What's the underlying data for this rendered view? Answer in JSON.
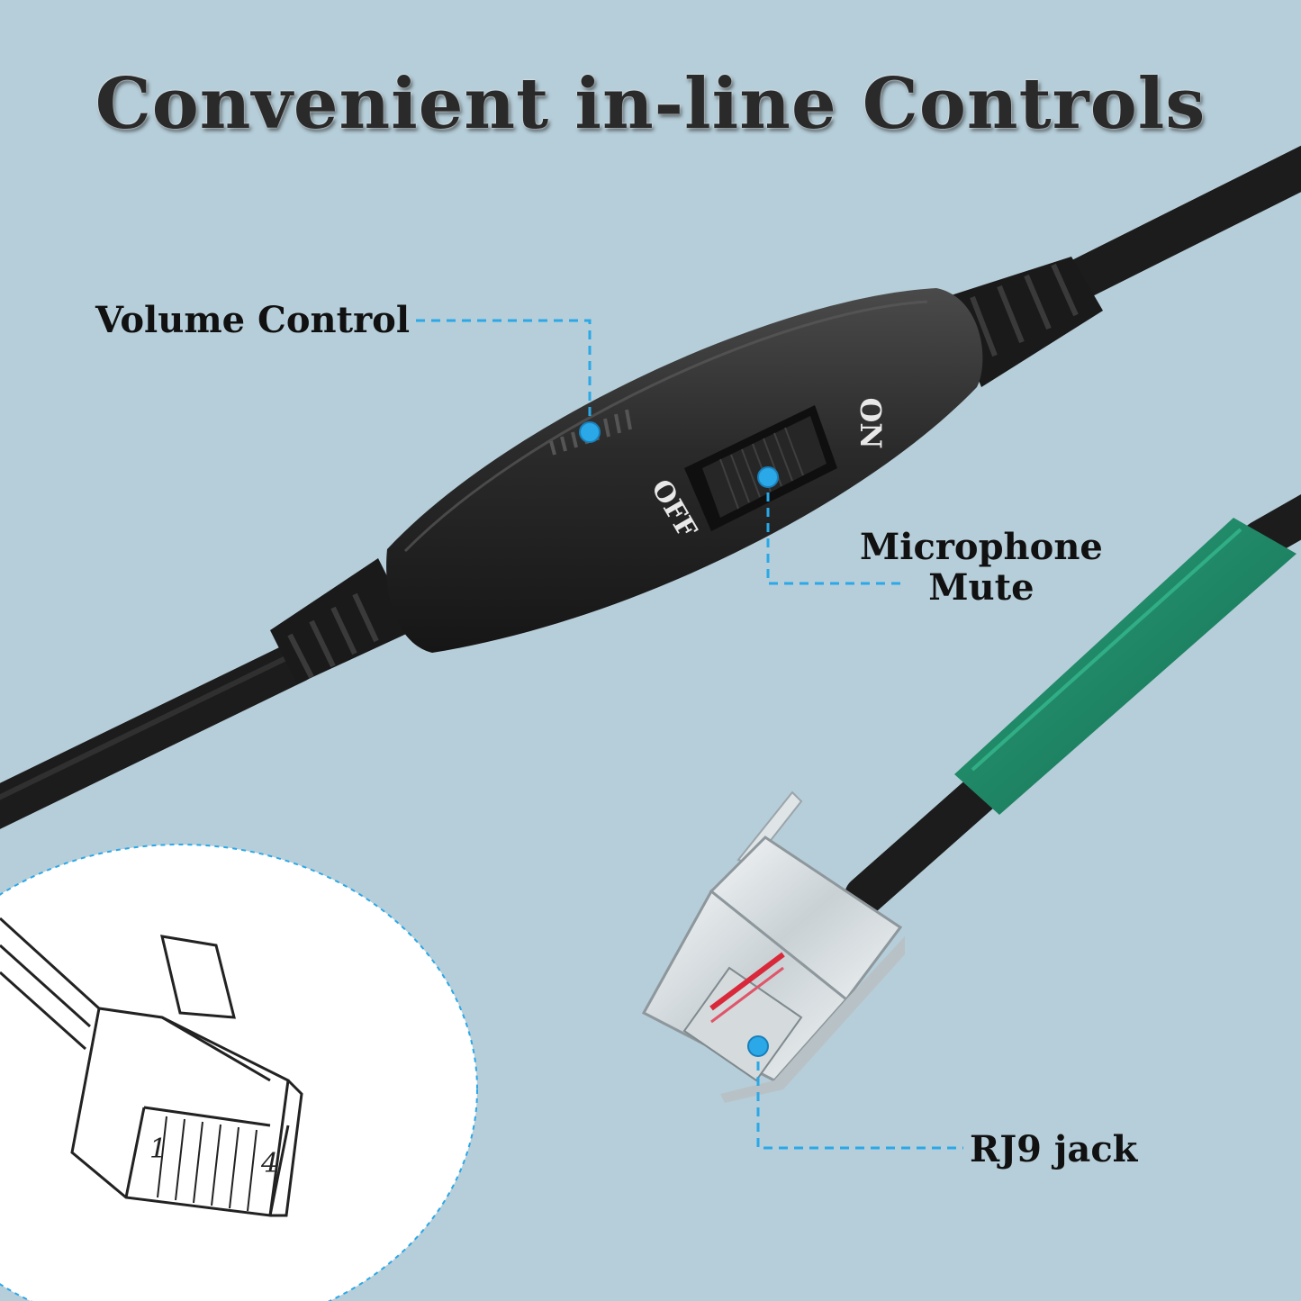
{
  "headline": "Convenient in-line Controls",
  "callouts": {
    "volume": "Volume Control",
    "mic_line1": "Microphone",
    "mic_line2": "Mute",
    "jack": "RJ9 jack"
  },
  "switch_labels": {
    "on": "ON",
    "off": "OFF"
  },
  "diagram_pins": {
    "first": "1",
    "last": "4"
  },
  "colors": {
    "background": "#b6ced9",
    "callout_line": "#2aa8e8",
    "cable": "#1c1c1c",
    "sleeve": "#1f8a66"
  }
}
